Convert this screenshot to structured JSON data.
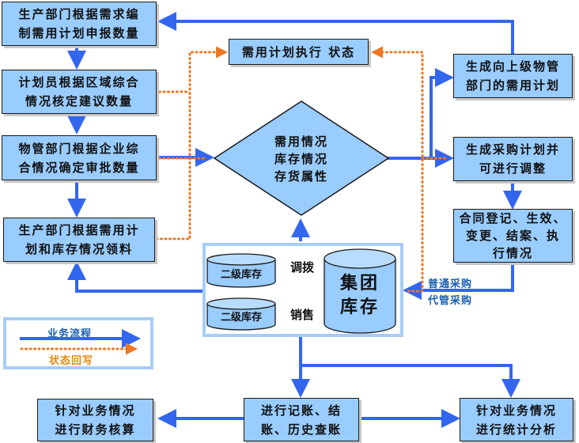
{
  "colors": {
    "flow": "#3366ee",
    "status": "#ee7722",
    "box_fill": "#99ccff",
    "panel_border": "#a6cdf5",
    "transfer_arrow": "#cc99ee",
    "channel_text": "#1a5fb0"
  },
  "left_column": [
    {
      "id": "apply",
      "text": "生产部门根据需求编\n制需用计划申报数量"
    },
    {
      "id": "planner",
      "text": "计划员根据区域综合\n情况核定建议数量"
    },
    {
      "id": "approve",
      "text": "物管部门根据企业综\n合情况确定审批数量"
    },
    {
      "id": "draw",
      "text": "生产部门根据需用计\n划和库存情况领料"
    }
  ],
  "status_box": {
    "text": "需用计划执行 状态"
  },
  "decision": {
    "text": "需用情况\n库存情况\n存货属性"
  },
  "right_column": [
    {
      "id": "upper_plan",
      "text": "生成向上级物管\n部门的需用计划"
    },
    {
      "id": "purchase_plan",
      "text": "生成采购计划并\n可进行调整"
    },
    {
      "id": "contract",
      "text": "合同登记、生效、\n变更、结案、执\n行情况"
    }
  ],
  "inventory": {
    "secondary_1": "二级库存",
    "secondary_2": "二级库存",
    "group": "集团\n库存",
    "transfer_label": "调拨",
    "sales_label": "销售"
  },
  "channels": {
    "normal": "普通采购",
    "consign": "代管采购"
  },
  "bottom": [
    {
      "id": "finance",
      "text": "针对业务情况\n进行财务核算"
    },
    {
      "id": "ledger",
      "text": "进行记账、结\n账、历史查账"
    },
    {
      "id": "stats",
      "text": "针对业务情况\n进行统计分析"
    }
  ],
  "legend": {
    "flow_label": "业务流程",
    "status_label": "状态回写"
  }
}
